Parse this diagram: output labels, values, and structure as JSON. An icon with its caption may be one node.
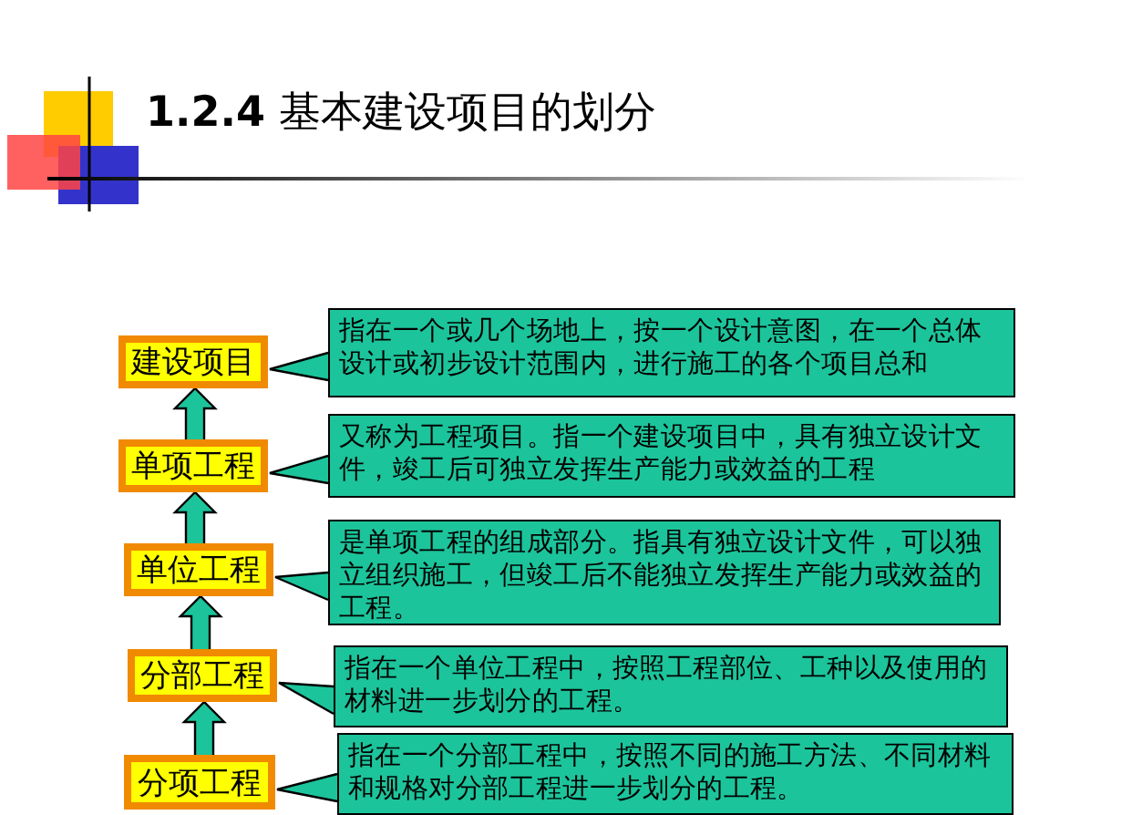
{
  "diagram": {
    "title": "**1.2.4** 基本建设项目的划分",
    "nodes": [
      {
        "text": [
          "建设项目"
        ]
      },
      {
        "text": [
          "单项工程"
        ]
      },
      {
        "text": [
          "单位工程"
        ]
      },
      {
        "text": [
          "分部工程"
        ]
      },
      {
        "text": [
          "分项工程"
        ]
      },
      {
        "text": [
          "指在一个或几个场地上，按一个设计意图，在一个总体设计或初步设计范围内，进行施工的各个项目总和"
        ]
      },
      {
        "text": [
          "又称为工程项目。指一个建设项目中，具有独立设计文件，竣工后可独立发挥生产能力或效益的工程"
        ]
      },
      {
        "text": [
          "是单项工程的组成部分。指具有独立设计文件，可以独立组织施工，但竣工后不能独立发挥生产能力或效益的工程。"
        ]
      },
      {
        "text": [
          "指在一个单位工程中，按照工程部位、工种以及使用的材料进一步划分的工程。"
        ]
      },
      {
        "text": [
          "指在一个分部工程中，按照不同的施工方法、不同材料和规格对分部工程进一步划分的工程。"
        ]
      }
    ],
    "edges": [
      {
        "from": 1,
        "to": 0,
        "arrow": "to"
      },
      {
        "from": 2,
        "to": 1,
        "arrow": "to"
      },
      {
        "from": 3,
        "to": 2,
        "arrow": "to"
      },
      {
        "from": 4,
        "to": 3,
        "arrow": "to"
      },
      {
        "from": 5,
        "to": 0,
        "arrow": "to"
      },
      {
        "from": 6,
        "to": 1,
        "arrow": "to"
      },
      {
        "from": 7,
        "to": 2,
        "arrow": "to"
      },
      {
        "from": 8,
        "to": 3,
        "arrow": "to"
      },
      {
        "from": 9,
        "to": 4,
        "arrow": "to"
      }
    ]
  }
}
